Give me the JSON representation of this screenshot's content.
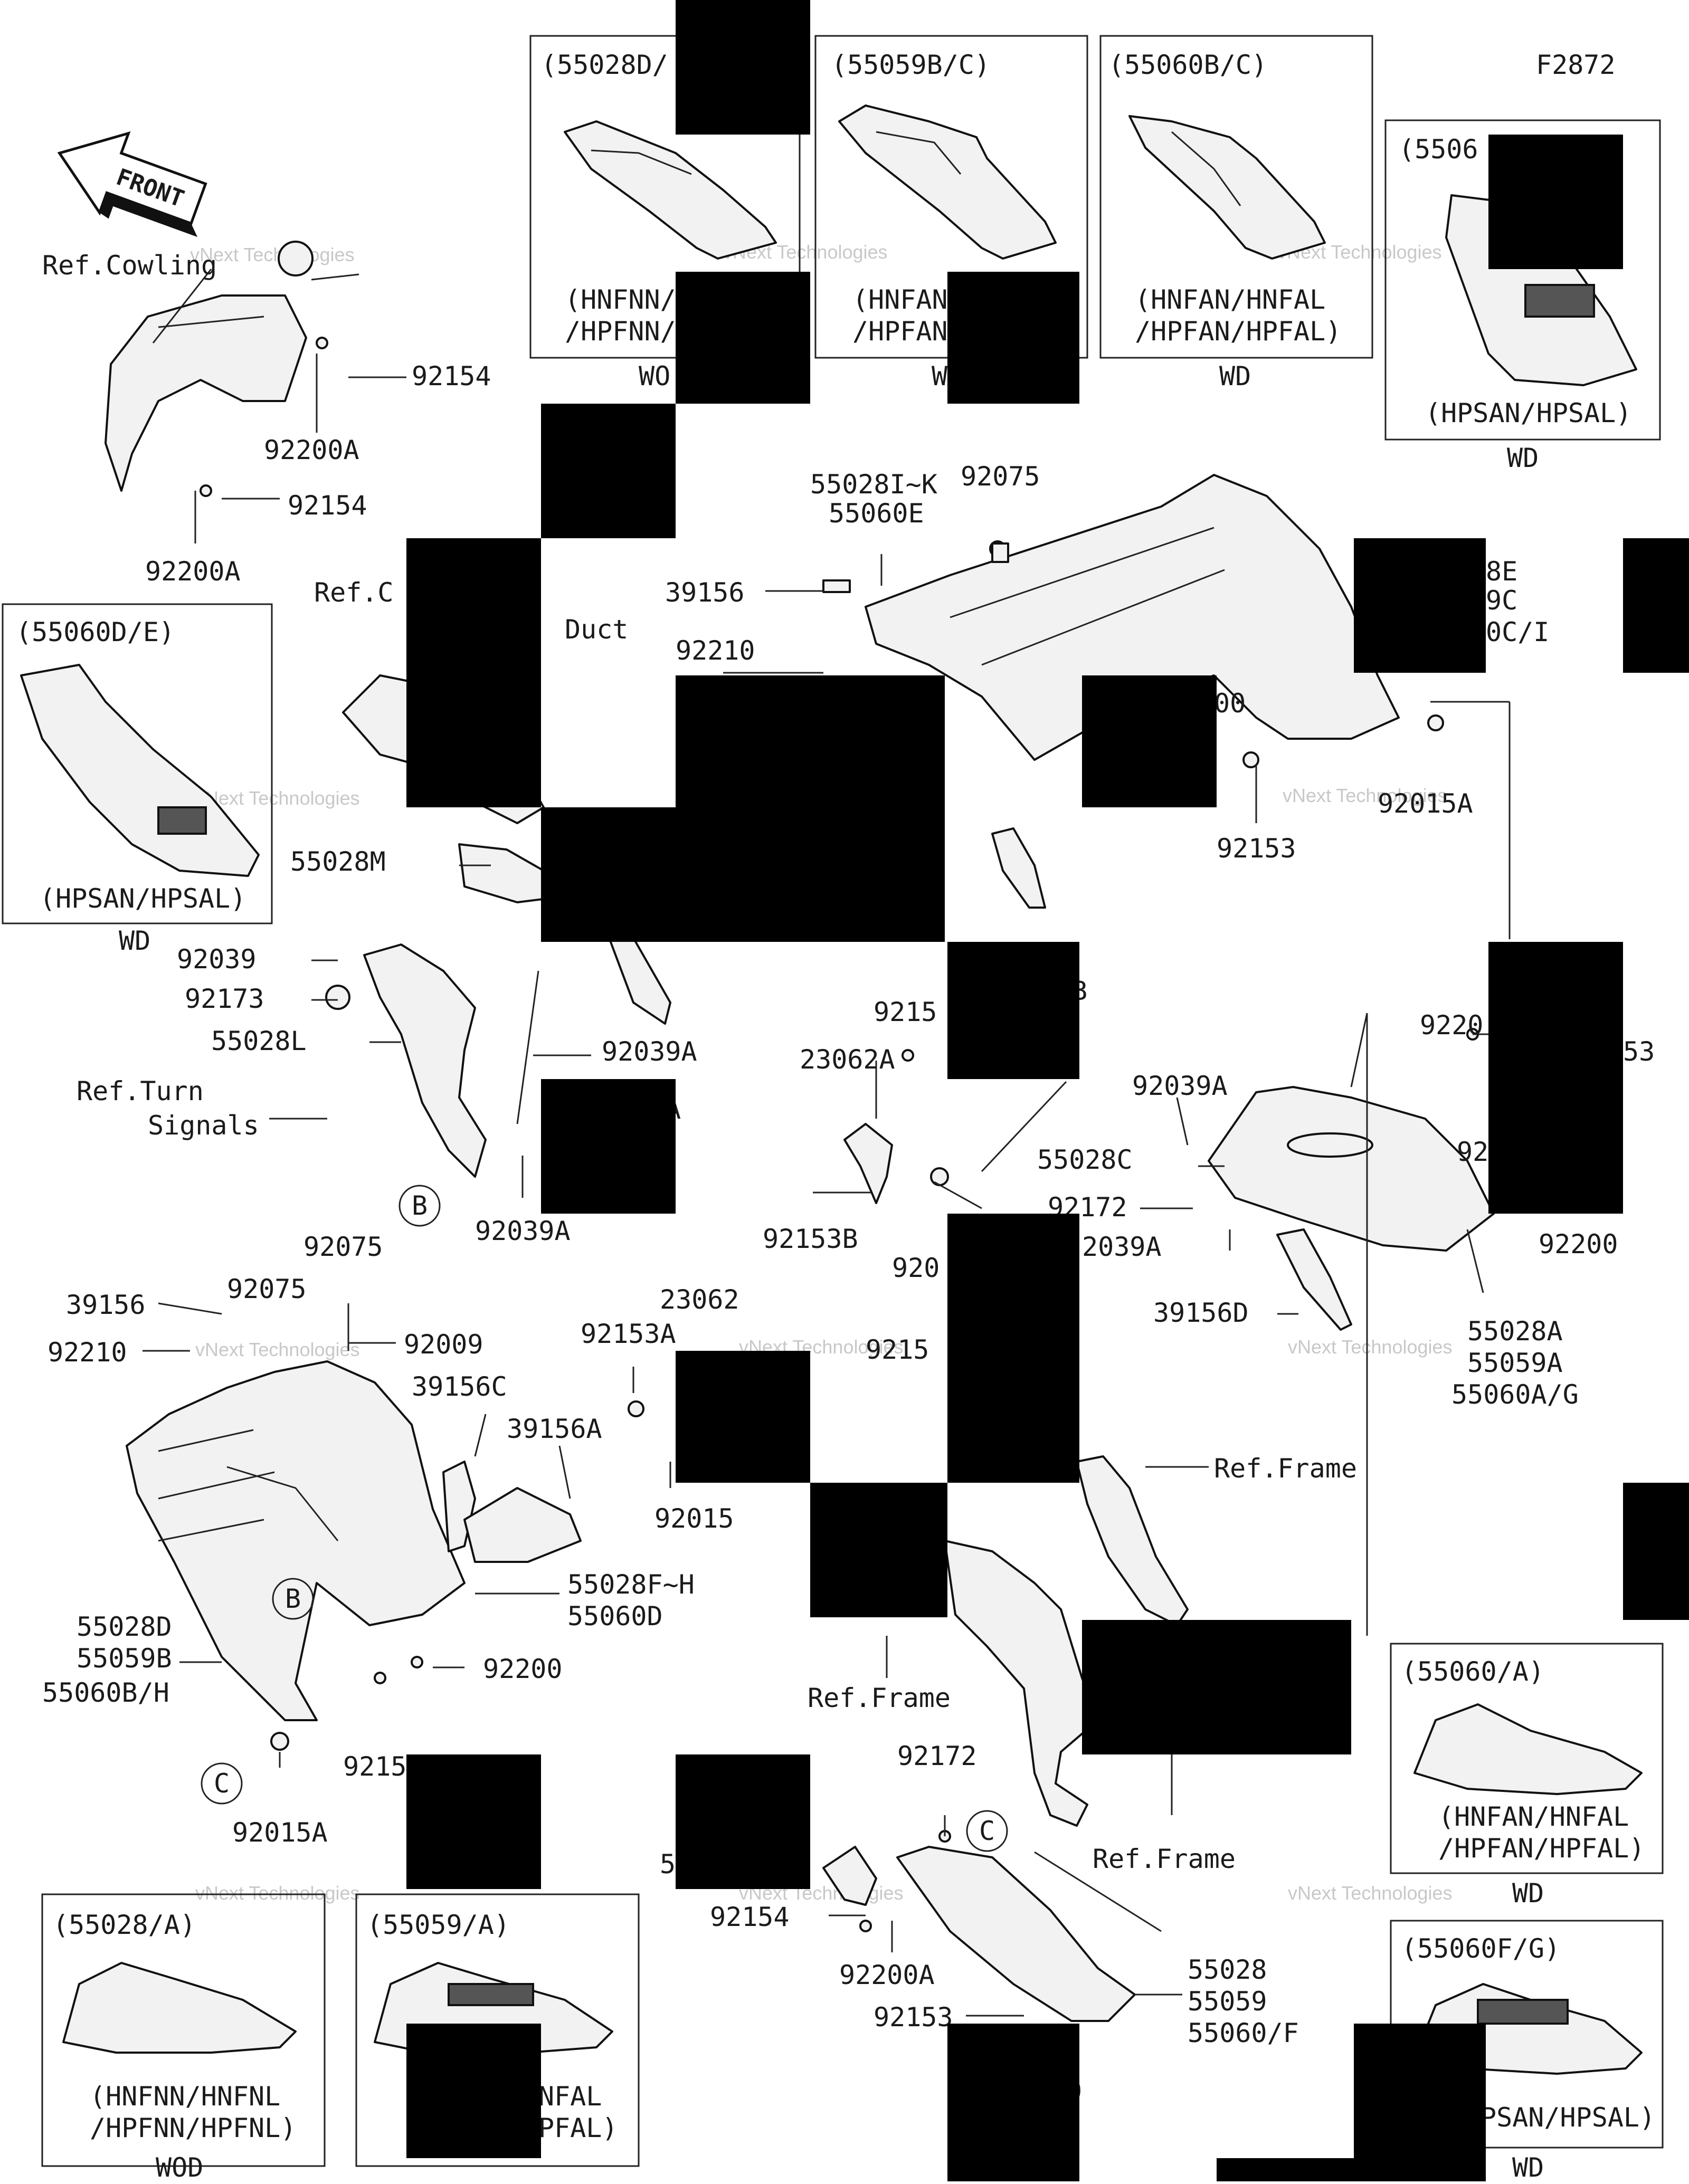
{
  "diagram_code": "F2872",
  "front_arrow_label": "FRONT",
  "watermark": "vNext Technologies",
  "insets": [
    {
      "id": "inset-55028D",
      "code": "(55028D/",
      "models": [
        "(HNFNN/",
        "/HPFNN/"
      ],
      "note": "WO"
    },
    {
      "id": "inset-55059BC",
      "code": "(55059B/C)",
      "models": [
        "(HNFAN",
        "/HPFAN"
      ],
      "note": "W"
    },
    {
      "id": "inset-55060BC",
      "code": "(55060B/C)",
      "models": [
        "(HNFAN/HNFAL",
        "/HPFAN/HPFAL)"
      ],
      "note": "WD"
    },
    {
      "id": "inset-5506",
      "code": "(5506",
      "models": [
        "(HPSAN/HPSAL)"
      ],
      "note": "WD"
    },
    {
      "id": "inset-55060DE",
      "code": "(55060D/E)",
      "models": [
        "(HPSAN/HPSAL)"
      ],
      "note": "WD"
    },
    {
      "id": "inset-55060A",
      "code": "(55060/A)",
      "models": [
        "(HNFAN/HNFAL",
        "/HPFAN/HPFAL)"
      ],
      "note": "WD"
    },
    {
      "id": "inset-55028A",
      "code": "(55028/A)",
      "models": [
        "(HNFNN/HNFNL",
        "/HPFNN/HPFNL)"
      ],
      "note": "WOD"
    },
    {
      "id": "inset-55059A",
      "code": "(55059/A)",
      "models": [
        "NFAL",
        "PFAL)"
      ],
      "note": ""
    },
    {
      "id": "inset-55060FG",
      "code": "(55060F/G)",
      "models": [
        "PSAN/HPSAL)"
      ],
      "note": "WD"
    }
  ],
  "labels": [
    {
      "id": "ref-cowling",
      "text": "Ref.Cowling"
    },
    {
      "id": "p-92154-a",
      "text": "92154"
    },
    {
      "id": "p-92200A-a",
      "text": "92200A"
    },
    {
      "id": "p-92154-b",
      "text": "92154"
    },
    {
      "id": "p-92200A-b",
      "text": "92200A"
    },
    {
      "id": "ref-c",
      "text": "Ref.C"
    },
    {
      "id": "duct",
      "text": "Duct"
    },
    {
      "id": "p-55028IK",
      "text": "55028I~K"
    },
    {
      "id": "p-55060E",
      "text": "55060E"
    },
    {
      "id": "p-92075-a",
      "text": "92075"
    },
    {
      "id": "p-39156-a",
      "text": "39156"
    },
    {
      "id": "p-92210-a",
      "text": "92210"
    },
    {
      "id": "p-8E",
      "text": "8E"
    },
    {
      "id": "p-9C",
      "text": "9C"
    },
    {
      "id": "p-0CI",
      "text": "0C/I"
    },
    {
      "id": "p-00",
      "text": "00"
    },
    {
      "id": "p-C",
      "text": "C"
    },
    {
      "id": "p-92015A-a",
      "text": "92015A"
    },
    {
      "id": "p-92153-a",
      "text": "92153"
    },
    {
      "id": "p-55028M",
      "text": "55028M"
    },
    {
      "id": "p-92039",
      "text": "92039"
    },
    {
      "id": "p-92173",
      "text": "92173"
    },
    {
      "id": "p-55028L",
      "text": "55028L"
    },
    {
      "id": "ref-turn-1",
      "text": "Ref.Turn"
    },
    {
      "id": "ref-turn-2",
      "text": "Signals"
    },
    {
      "id": "p-92039A-a",
      "text": "92039A"
    },
    {
      "id": "p-A",
      "text": "A"
    },
    {
      "id": "p-92039A-b",
      "text": "92039A"
    },
    {
      "id": "p-9215",
      "text": "9215"
    },
    {
      "id": "p-B-right",
      "text": "B"
    },
    {
      "id": "p-23062A",
      "text": "23062A"
    },
    {
      "id": "p-92153B",
      "text": "92153B"
    },
    {
      "id": "p-920",
      "text": "920"
    },
    {
      "id": "p-92039A-c",
      "text": "92039A"
    },
    {
      "id": "p-9220",
      "text": "9220"
    },
    {
      "id": "p-53",
      "text": "53"
    },
    {
      "id": "p-92-r",
      "text": "92"
    },
    {
      "id": "p-55028C",
      "text": "55028C"
    },
    {
      "id": "p-92172-a",
      "text": "92172"
    },
    {
      "id": "p-2039A",
      "text": "2039A"
    },
    {
      "id": "p-92200-r",
      "text": "92200"
    },
    {
      "id": "p-39156D",
      "text": "39156D"
    },
    {
      "id": "p-55028A",
      "text": "55028A"
    },
    {
      "id": "p-55059A",
      "text": "55059A"
    },
    {
      "id": "p-55060AG",
      "text": "55060A/G"
    },
    {
      "id": "p-92075-b",
      "text": "92075"
    },
    {
      "id": "p-92075-c",
      "text": "92075"
    },
    {
      "id": "p-39156-b",
      "text": "39156"
    },
    {
      "id": "p-92009",
      "text": "92009"
    },
    {
      "id": "p-92210-b",
      "text": "92210"
    },
    {
      "id": "p-23062",
      "text": "23062"
    },
    {
      "id": "p-92153A",
      "text": "92153A"
    },
    {
      "id": "p-9215-b",
      "text": "9215"
    },
    {
      "id": "p-39156C",
      "text": "39156C"
    },
    {
      "id": "p-39156A",
      "text": "39156A"
    },
    {
      "id": "p-92015",
      "text": "92015"
    },
    {
      "id": "ref-frame-a",
      "text": "Ref.Frame"
    },
    {
      "id": "p-55028FH",
      "text": "55028F~H"
    },
    {
      "id": "p-55060D",
      "text": "55060D"
    },
    {
      "id": "p-55028D",
      "text": "55028D"
    },
    {
      "id": "p-55059B",
      "text": "55059B"
    },
    {
      "id": "p-55060BH",
      "text": "55060B/H"
    },
    {
      "id": "p-92200",
      "text": "92200"
    },
    {
      "id": "ref-frame-b",
      "text": "Ref.Frame"
    },
    {
      "id": "p-9215-c",
      "text": "9215"
    },
    {
      "id": "p-92015A-b",
      "text": "92015A"
    },
    {
      "id": "p-92172-b",
      "text": "92172"
    },
    {
      "id": "ref-frame-c",
      "text": "Ref.Frame"
    },
    {
      "id": "p-5",
      "text": "5"
    },
    {
      "id": "p-92154-c",
      "text": "92154"
    },
    {
      "id": "p-92200A-c",
      "text": "92200A"
    },
    {
      "id": "p-92153-b",
      "text": "92153"
    },
    {
      "id": "p-55028",
      "text": "55028"
    },
    {
      "id": "p-55059",
      "text": "55059"
    },
    {
      "id": "p-55060F",
      "text": "55060/F"
    },
    {
      "id": "p-0",
      "text": "0"
    }
  ],
  "callouts": [
    {
      "id": "callout-b-left",
      "letter": "B"
    },
    {
      "id": "callout-b-lower",
      "letter": "B"
    },
    {
      "id": "callout-c-lower",
      "letter": "C"
    },
    {
      "id": "callout-c-right",
      "letter": "C"
    }
  ]
}
